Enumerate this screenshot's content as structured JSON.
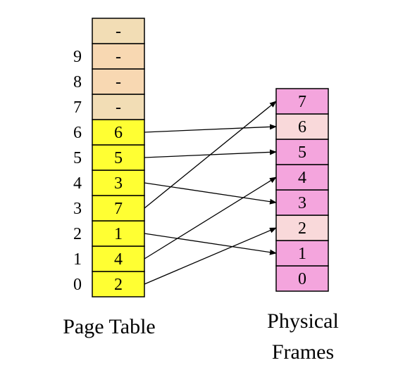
{
  "page_table": {
    "title": "Page Table",
    "entries": [
      {
        "index": "0",
        "value": "2",
        "fill": "#ffff33"
      },
      {
        "index": "1",
        "value": "4",
        "fill": "#ffff33"
      },
      {
        "index": "2",
        "value": "1",
        "fill": "#ffff33"
      },
      {
        "index": "3",
        "value": "7",
        "fill": "#ffff33"
      },
      {
        "index": "4",
        "value": "3",
        "fill": "#ffff33"
      },
      {
        "index": "5",
        "value": "5",
        "fill": "#ffff33"
      },
      {
        "index": "6",
        "value": "6",
        "fill": "#ffff33"
      },
      {
        "index": "7",
        "value": "-",
        "fill": "#f2ddb5"
      },
      {
        "index": "8",
        "value": "-",
        "fill": "#f8d8b2"
      },
      {
        "index": "9",
        "value": "-",
        "fill": "#f8d8b2"
      },
      {
        "index": "",
        "value": "-",
        "fill": "#f2ddb5"
      }
    ]
  },
  "physical_frames": {
    "title_line1": "Physical",
    "title_line2": "Frames",
    "frames": [
      {
        "label": "0",
        "fill": "#f4a5dd"
      },
      {
        "label": "1",
        "fill": "#f4a5dd"
      },
      {
        "label": "2",
        "fill": "#f9d9da"
      },
      {
        "label": "3",
        "fill": "#f4a5dd"
      },
      {
        "label": "4",
        "fill": "#f4a5dd"
      },
      {
        "label": "5",
        "fill": "#f4a5dd"
      },
      {
        "label": "6",
        "fill": "#f9d9da"
      },
      {
        "label": "7",
        "fill": "#f4a5dd"
      }
    ]
  },
  "mappings": [
    {
      "page": 0,
      "frame": 2
    },
    {
      "page": 1,
      "frame": 4
    },
    {
      "page": 2,
      "frame": 1
    },
    {
      "page": 3,
      "frame": 7
    },
    {
      "page": 4,
      "frame": 3
    },
    {
      "page": 5,
      "frame": 5
    },
    {
      "page": 6,
      "frame": 6
    }
  ]
}
